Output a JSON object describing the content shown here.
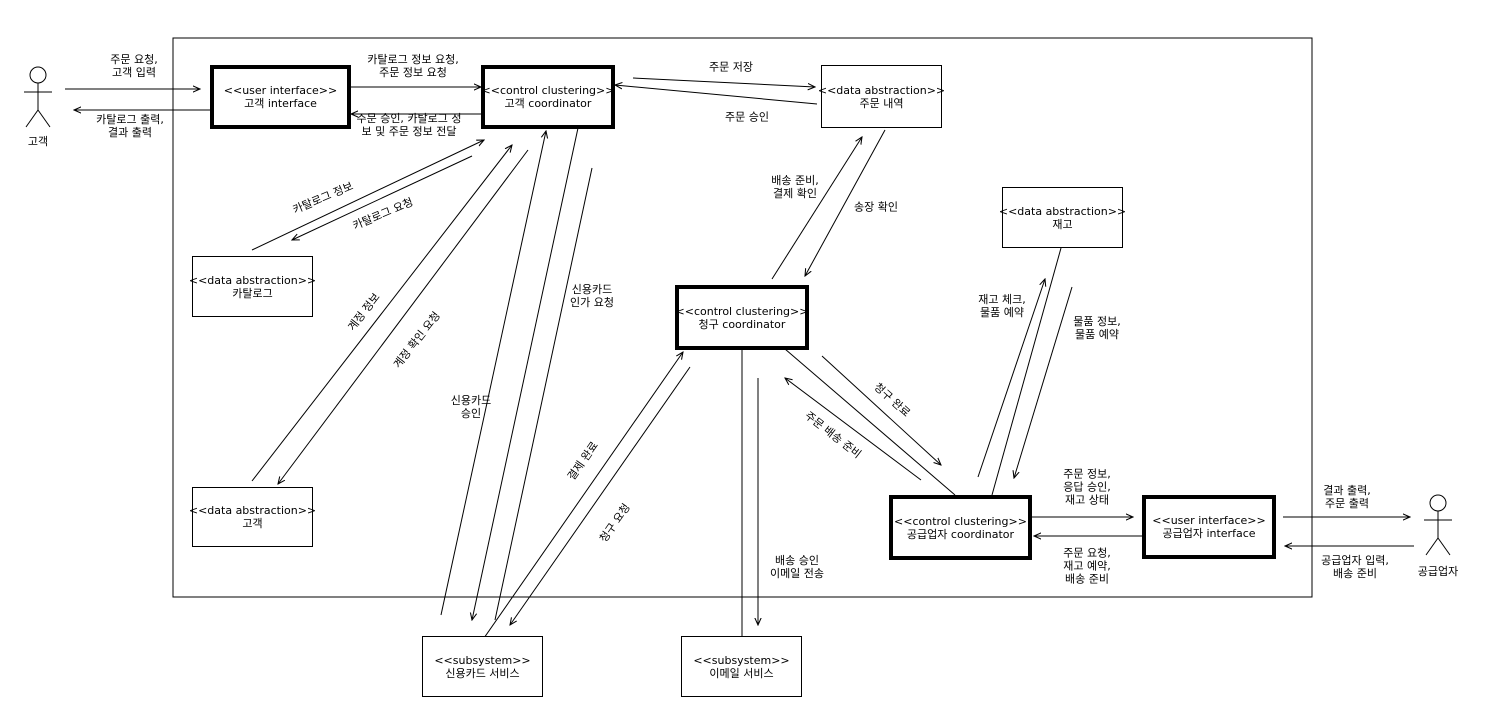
{
  "nodes": {
    "customer_ui": {
      "stereotype": "<<user interface>>",
      "name": "고객 interface"
    },
    "customer_coord": {
      "stereotype": "<<control clustering>>",
      "name": "고객 coordinator"
    },
    "order_history": {
      "stereotype": "<<data abstraction>>",
      "name": "주문 내역"
    },
    "catalog": {
      "stereotype": "<<data abstraction>>",
      "name": "카탈로그"
    },
    "customer_data": {
      "stereotype": "<<data abstraction>>",
      "name": "고객"
    },
    "billing_coord": {
      "stereotype": "<<control clustering>>",
      "name": "청구 coordinator"
    },
    "inventory": {
      "stereotype": "<<data abstraction>>",
      "name": "재고"
    },
    "supplier_coord": {
      "stereotype": "<<control clustering>>",
      "name": "공급업자 coordinator"
    },
    "supplier_ui": {
      "stereotype": "<<user interface>>",
      "name": "공급업자 interface"
    },
    "credit_card": {
      "stereotype": "<<subsystem>>",
      "name": "신용카드 서비스"
    },
    "email": {
      "stereotype": "<<subsystem>>",
      "name": "이메일 서비스"
    }
  },
  "actors": {
    "customer": "고객",
    "supplier": "공급업자"
  },
  "labels": {
    "order_request": "주문 요청,\n고객 입력",
    "catalog_output": "카탈로그 출력,\n결과 출력",
    "catalog_info_request": "카탈로그 정보 요청,\n주문 정보 요청",
    "order_approval_info": "주문 승인, 카탈로그 정\n보 및 주문 정보 전달",
    "save_order": "주문 저장",
    "order_approval": "주문 승인",
    "catalog_info": "카탈로그 정보",
    "catalog_request": "카탈로그 요청",
    "account_info": "계정 정보",
    "account_check": "계정 확인 요청",
    "card_auth_request": "신용카드\n인가 요청",
    "card_approval": "신용카드\n승인",
    "shipping_prep": "배송 준비,\n결제 확인",
    "invoice_check": "송장 확인",
    "payment_done": "결제 완료",
    "billing_request": "청구 요청",
    "ship_approval_email": "배송 승인\n이메일 전송",
    "billing_done": "청구 완료",
    "order_ship_prep": "주문 배송 준비",
    "stock_check": "재고 체크,\n물품 예약",
    "item_info": "물품 정보,\n물품 예약",
    "order_info_status": "주문 정보,\n응답 승인,\n재고 상태",
    "order_req_reserve": "주문 요청,\n재고 예약,\n배송 준비",
    "result_output": "결과 출력,\n주문 출력",
    "supplier_input": "공급업자 입력,\n배송 준비"
  }
}
